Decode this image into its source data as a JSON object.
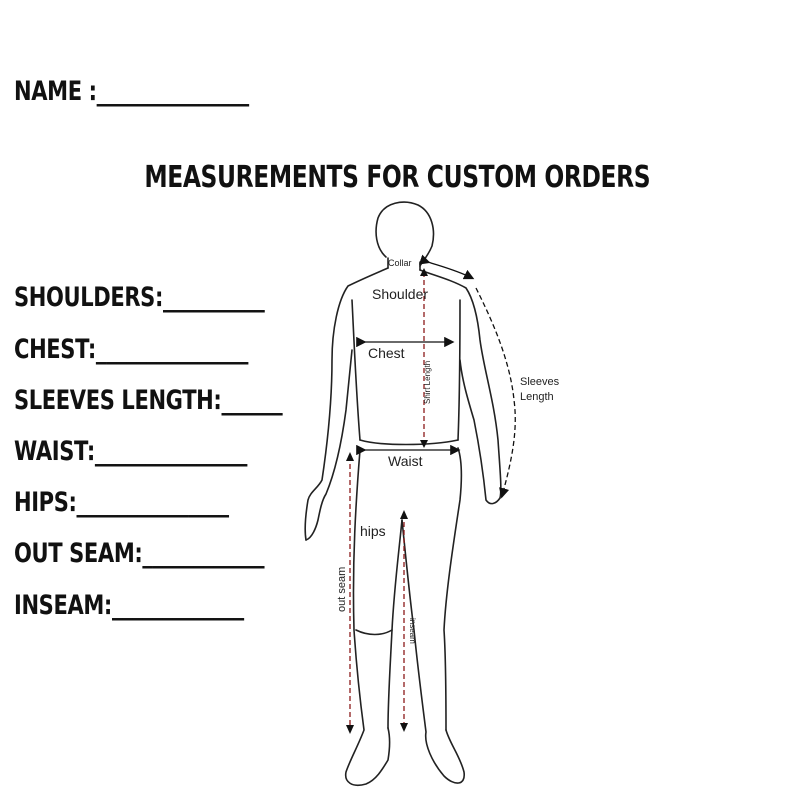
{
  "name_label": "NAME :_______________",
  "title": "MEASUREMENTS FOR CUSTOM ORDERS",
  "fields": [
    "SHOULDERS:__________",
    "CHEST:_______________",
    "SLEEVES LENGTH:______",
    "WAIST:_______________",
    "HIPS:_______________",
    "OUT SEAM:____________",
    "INSEAM:_____________"
  ],
  "figure_labels": {
    "collar": "Collar",
    "shoulder": "Shoulder",
    "chest": "Chest",
    "shirt_length": "Shirt Length",
    "sleeves_length_1": "Sleeves",
    "sleeves_length_2": "Length",
    "waist": "Waist",
    "hips": "hips",
    "out_seam": "out seam",
    "inseam": "inseam"
  },
  "colors": {
    "text": "#111111",
    "guide": "#8b1a1a",
    "outline": "#222222"
  }
}
